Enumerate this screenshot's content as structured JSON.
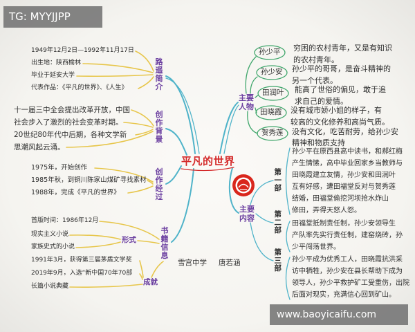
{
  "watermarks": {
    "top_left": "TG: MYYJJPP",
    "bottom_right": "www.baoyicaifu.com"
  },
  "center": {
    "title": "平凡的世界",
    "school": "雪宫中学",
    "author": "唐若涵"
  },
  "left_branches": {
    "author_intro": {
      "label": "路遥简介",
      "lines": [
        "1949年12月2日—1992年11月17日",
        "出生地：陕西榆林",
        "毕业于延安大学",
        "代表作品：《平凡的世界》、《人生》"
      ]
    },
    "background": {
      "label": "创作背景",
      "lines": [
        "十一届三中全会提出改革开放，中国",
        "社会步入了激烈的社会变革时期。",
        "20世纪80年代中后期，各种文学新",
        "思潮风起云涌。"
      ]
    },
    "process": {
      "label": "创作经过",
      "lines": [
        "1975年，开始创作",
        "1985年秋，到铜川陈家山煤矿寻找素材",
        "1988年，完成《平凡的世界》"
      ]
    },
    "book_info": {
      "label": "书籍信息",
      "first_edition": "首版时间：1986年12月",
      "form": {
        "label": "形式",
        "lines": [
          "现实主义小说",
          "家族史式的小说"
        ]
      },
      "achievement": {
        "label": "成就",
        "lines": [
          "1991年3月，获得第三届茅盾文学奖",
          "2019年9月，入选“新中国70年70部",
          "长篇小说典藏"
        ]
      }
    }
  },
  "right_branches": {
    "characters": {
      "label": "主要人物",
      "items": [
        {
          "name": "孙少平",
          "lines": [
            "穷困的农村青年，又是有知识",
            "的农村青年。"
          ]
        },
        {
          "name": "孙少安",
          "lines": [
            "孙少平的哥哥，是奋斗精神的",
            "另一个代表。"
          ]
        },
        {
          "name": "田润叶",
          "lines": [
            "能高了世俗的偏见，敢于追",
            "求自己的爱情。"
          ]
        },
        {
          "name": "田晓霞",
          "lines": [
            "没有城市娇小姐的样子，有",
            "较高的文化修养和高尚气质。"
          ]
        },
        {
          "name": "贺秀莲",
          "lines": [
            "没有文化，吃苦耐劳，给孙少安",
            "精神和物质支持"
          ]
        }
      ]
    },
    "content": {
      "label": "主要内容",
      "parts": [
        {
          "label": "第一部",
          "lines": [
            "孙少平在原西县高中读书，和郝红梅",
            "产生情愫，高中毕业回家乡当教师与",
            "田晓霞建立友情，孙少安和田润叶",
            "互有好感，遭田福堂反对与贺秀莲",
            "结婚，田福堂偷挖河坝抢水炸山",
            "修田，弄得天怒人怨。"
          ]
        },
        {
          "label": "第二部",
          "lines": [
            "田福堂抵制责任制，孙少安领导生",
            "产队率先实行责任制，建窑烧砖，孙",
            "少平闯荡世界。"
          ]
        },
        {
          "label": "第三部",
          "lines": [
            "孙少平成为优秀工人，田晓霞抗洪采",
            "访中牺牲，孙少安在县长帮助下成为",
            "领导人，孙少平救护矿工受重伤，出院",
            "后面对现实，充满信心回到矿山。"
          ]
        }
      ]
    }
  },
  "colors": {
    "title": "#d42a2a",
    "label": "#6b3fa0",
    "branch": "#4fb3c9",
    "subline": "#e7c64b",
    "character_ring": "#3fa66b",
    "ink": "#2e2e2e",
    "logo": "#d9261c"
  }
}
